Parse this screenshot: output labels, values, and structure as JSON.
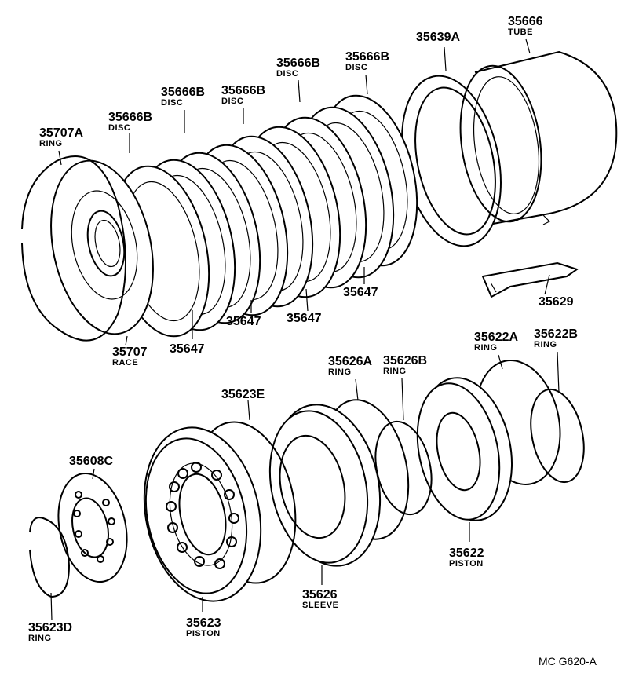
{
  "diagram": {
    "code": "MC G620-A",
    "parts": {
      "p35666": {
        "no": "35666",
        "name": "TUBE"
      },
      "p35639A": {
        "no": "35639A",
        "name": ""
      },
      "p35666B_1": {
        "no": "35666B",
        "name": "DISC"
      },
      "p35666B_2": {
        "no": "35666B",
        "name": "DISC"
      },
      "p35666B_3": {
        "no": "35666B",
        "name": "DISC"
      },
      "p35666B_4": {
        "no": "35666B",
        "name": "DISC"
      },
      "p35666B_5": {
        "no": "35666B",
        "name": "DISC"
      },
      "p35707A": {
        "no": "35707A",
        "name": "RING"
      },
      "p35707": {
        "no": "35707",
        "name": "RACE"
      },
      "p35647_1": {
        "no": "35647",
        "name": ""
      },
      "p35647_2": {
        "no": "35647",
        "name": ""
      },
      "p35647_3": {
        "no": "35647",
        "name": ""
      },
      "p35647_4": {
        "no": "35647",
        "name": ""
      },
      "p35629": {
        "no": "35629",
        "name": ""
      },
      "p35622A": {
        "no": "35622A",
        "name": "RING"
      },
      "p35622B": {
        "no": "35622B",
        "name": "RING"
      },
      "p35626A": {
        "no": "35626A",
        "name": "RING"
      },
      "p35626B": {
        "no": "35626B",
        "name": "RING"
      },
      "p35623E": {
        "no": "35623E",
        "name": ""
      },
      "p35608C": {
        "no": "35608C",
        "name": ""
      },
      "p35622": {
        "no": "35622",
        "name": "PISTON"
      },
      "p35626": {
        "no": "35626",
        "name": "SLEEVE"
      },
      "p35623": {
        "no": "35623",
        "name": "PISTON"
      },
      "p35623D": {
        "no": "35623D",
        "name": "RING"
      }
    }
  }
}
